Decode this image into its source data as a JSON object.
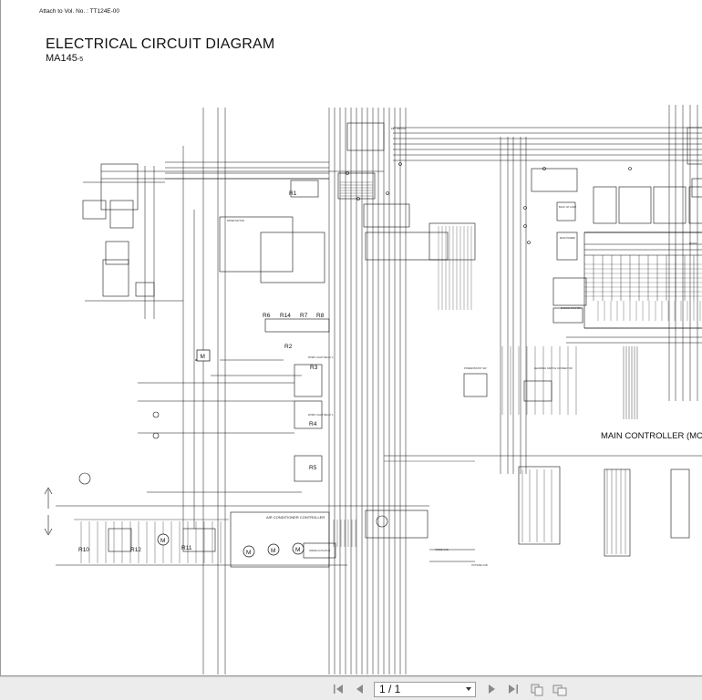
{
  "document": {
    "attach_note": "Attach to Vol. No. : TT124E-00",
    "title": "ELECTRICAL CIRCUIT DIAGRAM",
    "model": "MA145",
    "model_suffix": "-5"
  },
  "diagram": {
    "main_controller": "MAIN CONTROLLER (MC)",
    "relays": [
      "R1",
      "R2",
      "R3",
      "R4",
      "R5",
      "R6",
      "R7",
      "R8",
      "R10",
      "R11",
      "R12",
      "R14"
    ],
    "motors": [
      "M",
      "M",
      "M",
      "M",
      "M"
    ],
    "minor_labels": [
      "KEY SWITCH",
      "WIPER MOTOR",
      "AIR CONDITIONER CONTROLLER",
      "INSIDE ACTUATOR",
      "POWER BOOST SW.",
      "LEARNING SWITCH CONNECTOR",
      "MONIT",
      "INSIDE CAB",
      "OUTSIDE CAB",
      "WORK LIGHT RELAY 2",
      "WORK LIGHT RELAY 1",
      "ENGINE STARTER",
      "BACK UP LAMP",
      "MAIN POWER"
    ]
  },
  "viewer": {
    "page_indicator": "1 / 1",
    "icons": [
      "first-page-icon",
      "previous-page-icon",
      "next-page-icon",
      "last-page-icon",
      "fit-page-icon",
      "fit-width-icon"
    ]
  }
}
